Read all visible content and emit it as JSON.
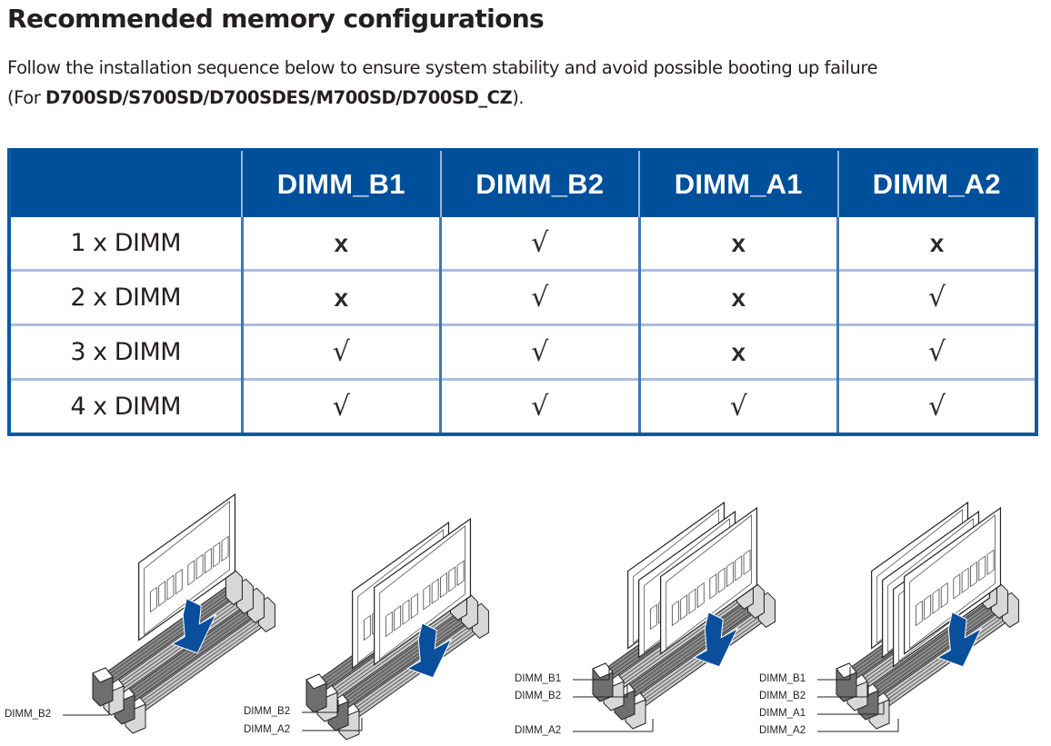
{
  "heading": "Recommended memory configurations",
  "description": {
    "line1": "Follow the installation sequence below to ensure system stability and avoid possible booting up failure",
    "line2_prefix": "(For ",
    "line2_models": "D700SD/S700SD/D700SDES/M700SD/D700SD_CZ",
    "line2_suffix": ")."
  },
  "table": {
    "header_color": "#004F9A",
    "columns": [
      "",
      "DIMM_B1",
      "DIMM_B2",
      "DIMM_A1",
      "DIMM_A2"
    ],
    "rows": [
      {
        "label": "1 x DIMM",
        "cells": [
          "x",
          "√",
          "x",
          "x"
        ]
      },
      {
        "label": "2 x DIMM",
        "cells": [
          "x",
          "√",
          "x",
          "√"
        ]
      },
      {
        "label": "3 x DIMM",
        "cells": [
          "√",
          "√",
          "x",
          "√"
        ]
      },
      {
        "label": "4 x DIMM",
        "cells": [
          "√",
          "√",
          "√",
          "√"
        ]
      }
    ]
  },
  "illustrations": [
    {
      "name": "1 x DIMM installation",
      "modules": 1,
      "labels": [
        "DIMM_B2"
      ]
    },
    {
      "name": "2 x DIMM installation",
      "modules": 2,
      "labels": [
        "DIMM_B2",
        "DIMM_A2"
      ]
    },
    {
      "name": "3 x DIMM installation",
      "modules": 3,
      "labels": [
        "DIMM_B1",
        "DIMM_B2",
        "DIMM_A2"
      ]
    },
    {
      "name": "4 x DIMM installation",
      "modules": 4,
      "labels": [
        "DIMM_B1",
        "DIMM_B2",
        "DIMM_A1",
        "DIMM_A2"
      ]
    }
  ],
  "colors": {
    "arrow": "#0a4f9c",
    "table_border": "#0e59a3"
  }
}
